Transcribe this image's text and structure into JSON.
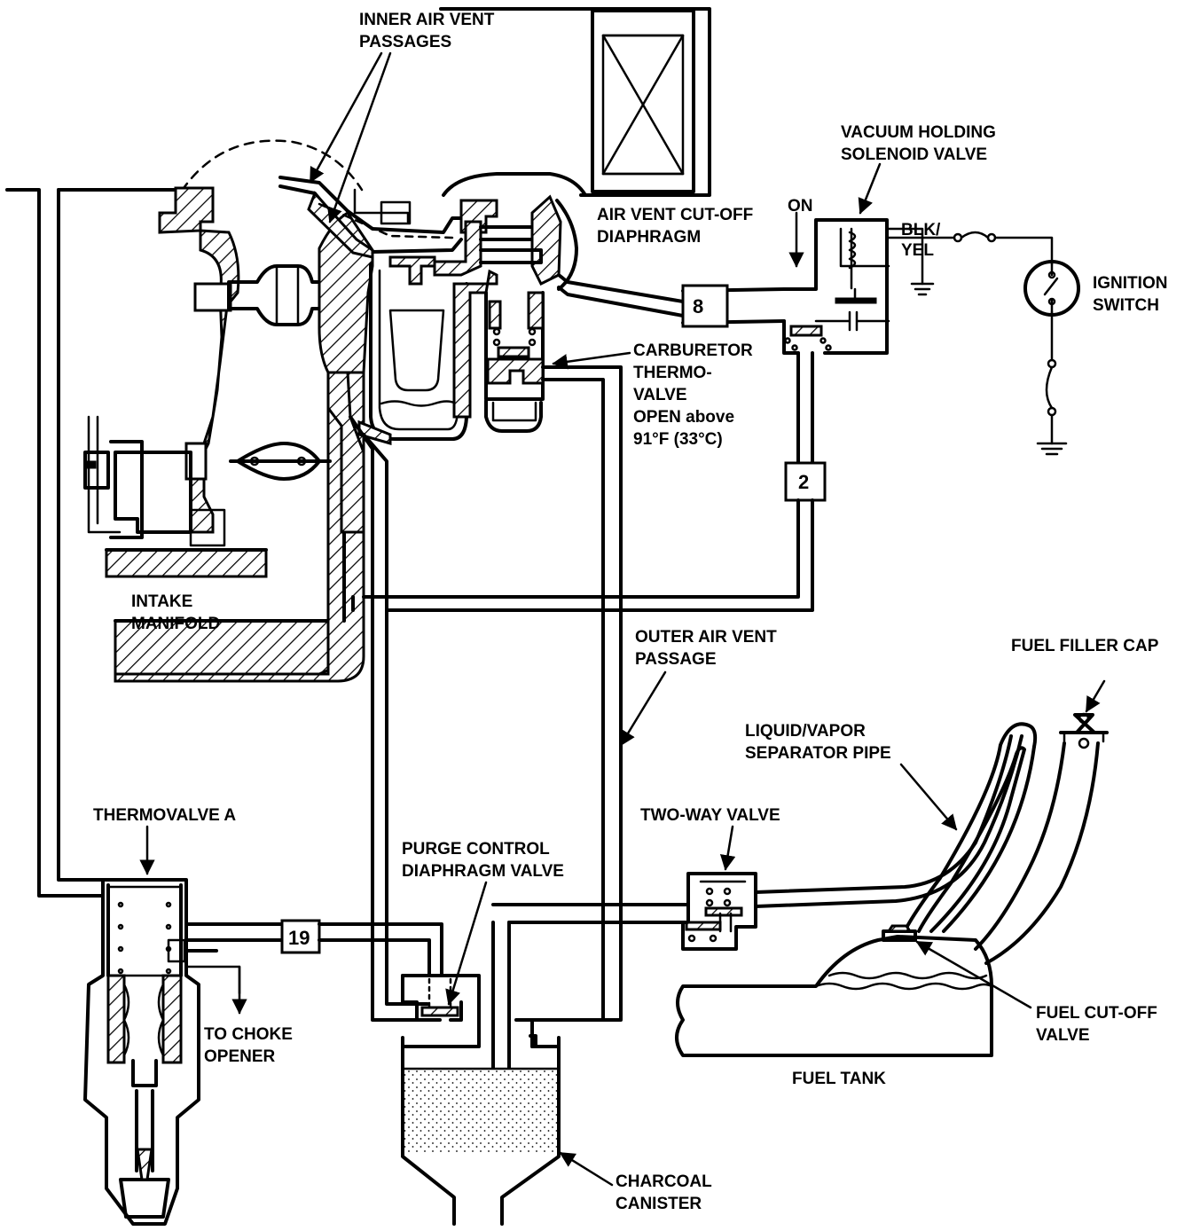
{
  "labels": {
    "inner_air_vent": [
      "INNER AIR VENT",
      "PASSAGES"
    ],
    "air_vent_cutoff": [
      "AIR VENT CUT-OFF",
      "DIAPHRAGM"
    ],
    "vacuum_holding": [
      "VACUUM HOLDING",
      "SOLENOID VALVE"
    ],
    "on": "ON",
    "blk_yel": [
      "BLK/",
      "YEL"
    ],
    "ignition_switch": [
      "IGNITION",
      "SWITCH"
    ],
    "carb_thermo": [
      "CARBURETOR",
      "THERMO-",
      "VALVE",
      "OPEN above",
      "91°F (33°C)"
    ],
    "intake_manifold": [
      "INTAKE",
      "MANIFOLD"
    ],
    "outer_air_vent": [
      "OUTER AIR VENT",
      "PASSAGE"
    ],
    "fuel_filler_cap": "FUEL FILLER CAP",
    "liquid_vapor": [
      "LIQUID/VAPOR",
      "SEPARATOR PIPE"
    ],
    "thermovalve_a": "THERMOVALVE A",
    "two_way_valve": "TWO-WAY VALVE",
    "purge_control": [
      "PURGE CONTROL",
      "DIAPHRAGM VALVE"
    ],
    "to_choke": [
      "TO CHOKE",
      "OPENER"
    ],
    "fuel_cutoff": [
      "FUEL CUT-OFF",
      "VALVE"
    ],
    "fuel_tank": "FUEL TANK",
    "charcoal_canister": [
      "CHARCOAL",
      "CANISTER"
    ]
  },
  "hose_numbers": {
    "hose_8": "8",
    "hose_2": "2",
    "hose_19": "19"
  }
}
